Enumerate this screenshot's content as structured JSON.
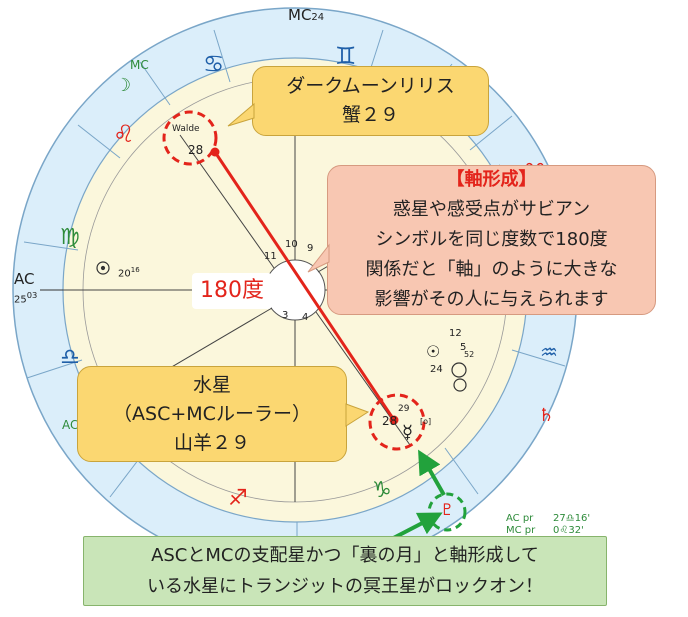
{
  "chart_labels": {
    "mc": "MC",
    "mc_degree": "24",
    "mc_left": "MC",
    "ac": "AC",
    "ac_degree": "25",
    "ac_minutes": "03",
    "ac_right_partial": "AC",
    "walde": "Walde",
    "walde_degree": "28",
    "house_numbers": [
      "10",
      "9",
      "11",
      "4",
      "3"
    ],
    "mercury_degree": "28",
    "mercury_minutes": "29",
    "mercury_ex": "[o]",
    "degree_20": "20",
    "degree_20_min": "16",
    "degree_12": "12",
    "degree_24": "24",
    "degree_5": "5",
    "degree_52": "52",
    "ac_pr": "AC pr",
    "ac_pr_value": "27♎16'",
    "mc_pr": "MC pr",
    "mc_pr_value": "0♌32'"
  },
  "callouts": {
    "dark_moon": {
      "line1": "ダークムーンリリス",
      "line2": "蟹２９"
    },
    "axis": {
      "title": "【軸形成】",
      "line1": "惑星や感受点がサビアン",
      "line2": "シンボルを同じ度数で180度",
      "line3": "関係だと「軸」のように大きな",
      "line4": "影響がその人に与えられます"
    },
    "mercury": {
      "line1": "水星",
      "line2": "（ASC+MCルーラー）",
      "line3": "山羊２９"
    },
    "bottom": {
      "line1": "ASCとMCの支配星かつ「裏の月」と軸形成して",
      "line2": "いる水星にトランジットの冥王星がロックオン！"
    }
  },
  "axis_label": "180度",
  "colors": {
    "zodiac_ring": "#dbeefa",
    "house_fill": "#fbf7dc",
    "accent_red": "#e3241b",
    "green_arrow": "#22a23c",
    "callout_yellow": "#fbd771",
    "callout_pink": "#f8c7b2",
    "callout_green": "#c9e5b8"
  }
}
